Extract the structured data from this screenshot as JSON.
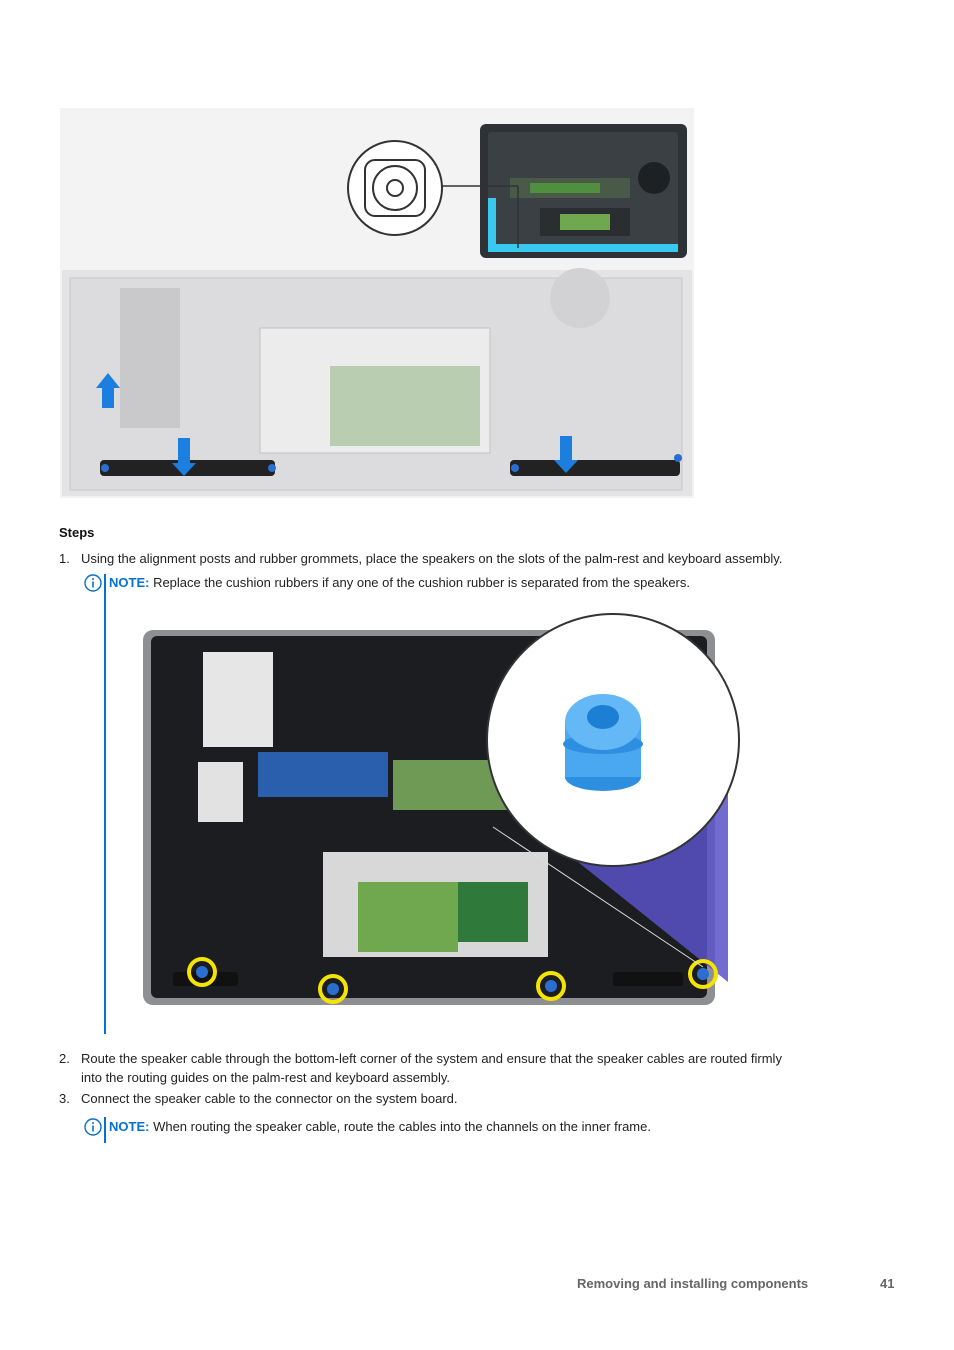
{
  "steps_heading": "Steps",
  "steps": [
    {
      "num": "1.",
      "text": "Using the alignment posts and rubber grommets, place the speakers on the slots of the palm-rest and keyboard assembly."
    },
    {
      "num": "2.",
      "text_line1": "Route the speaker cable through the bottom-left corner of the system and ensure that the speaker cables are routed firmly",
      "text_line2": "into the routing guides on the palm-rest and keyboard assembly."
    },
    {
      "num": "3.",
      "text": "Connect the speaker cable to the connector on the system board."
    }
  ],
  "notes": [
    {
      "label": "NOTE:",
      "text": " Replace the cushion rubbers if any one of the cushion rubber is separated from the speakers."
    },
    {
      "label": "NOTE:",
      "text": " When routing the speaker cable, route the cables into the channels on the inner frame."
    }
  ],
  "footer": {
    "section": "Removing and installing components",
    "page": "41"
  },
  "colors": {
    "accent": "#0672cb",
    "highlight": "#38c8f0",
    "grommet": "#4aa8f0",
    "callout_ring": "#f5e400"
  }
}
